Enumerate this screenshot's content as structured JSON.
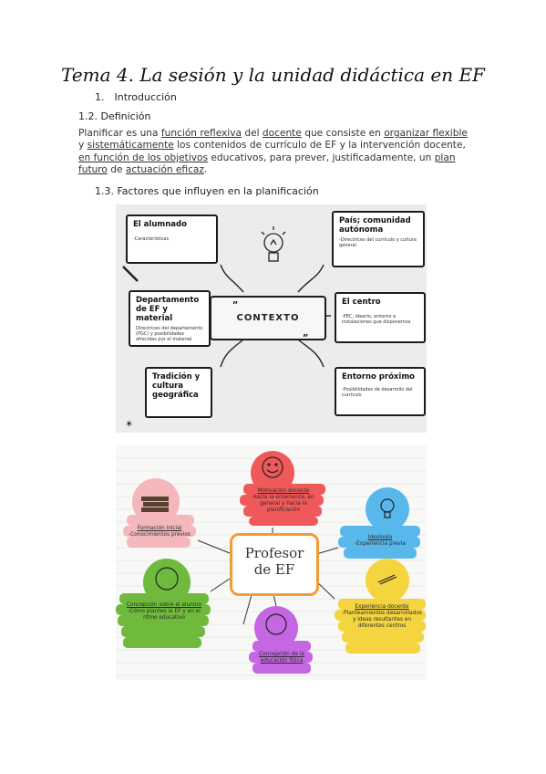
{
  "title": "Tema 4. La sesión y la unidad didáctica en EF",
  "section1": {
    "number": "1.",
    "label": "Introducción"
  },
  "section12": {
    "label": "1.2. Definición"
  },
  "definition": {
    "p1": "Planificar es una ",
    "u1": "función reflexiva",
    "p2": " del ",
    "u2": "docente",
    "p3": " que consiste en ",
    "u3": "organizar flexible",
    "p4": " y ",
    "u4": "sistemáticamente",
    "p5": " los contenidos de currículo de EF y la intervención docente, ",
    "u5": "en función de los objetivos",
    "p6": " educativos, para prever, justificadamente, un ",
    "u6": "plan futuro",
    "p7": " de ",
    "u7": "actuación eficaz",
    "p8": "."
  },
  "section13": {
    "label": "1.3. Factores que influyen en la planificación"
  },
  "figure1": {
    "center": "CONTEXTO",
    "boxes": {
      "alumnado": {
        "title": "El alumnado",
        "sub": "-Características"
      },
      "pais": {
        "title": "País; comunidad autónoma",
        "sub": "-Directrices del currículo y cultura general"
      },
      "departamento": {
        "title": "Departamento de EF y material",
        "sub": "Directrices del departamento (PGC) y posibilidades ofrecidas por el material"
      },
      "centro": {
        "title": "El centro",
        "sub": "-PEC, ideario, entorno e instalaciones que disponemos"
      },
      "tradicion": {
        "title": "Tradición y cultura geográfica",
        "sub": ""
      },
      "entorno": {
        "title": "Entorno próximo",
        "sub": "-Posibilidades de desarrollo del currículo"
      }
    }
  },
  "figure2": {
    "center_line1": "Profesor",
    "center_line2": "de EF",
    "bubbles": {
      "motivacion": {
        "title": "Motivación docente",
        "text": "Hacia la enseñanza, en general y hacia la planificación"
      },
      "formacion": {
        "title": "Formación inicial",
        "text": "-Conocimientos previos"
      },
      "ideologia": {
        "title": "Ideología",
        "text": "-Experiencia previa"
      },
      "concepcion_alumno": {
        "title": "Concepción sobre el alumno",
        "text": "-Cómo planteo la EF y en el ritmo educativo"
      },
      "experiencia": {
        "title": "Experiencia docente",
        "text": "-Planteamientos desarrollados y ideas resultantes en diferentes centros"
      },
      "concepcion_ef": {
        "title": "Concepción de la educación física",
        "text": ""
      }
    },
    "colors": {
      "red": "#f0595a",
      "pink": "#f4b8bc",
      "blue": "#58b8ec",
      "green": "#6fba3d",
      "yellow": "#f5d53f",
      "purple": "#c566e2",
      "orange": "#f39b34"
    }
  }
}
